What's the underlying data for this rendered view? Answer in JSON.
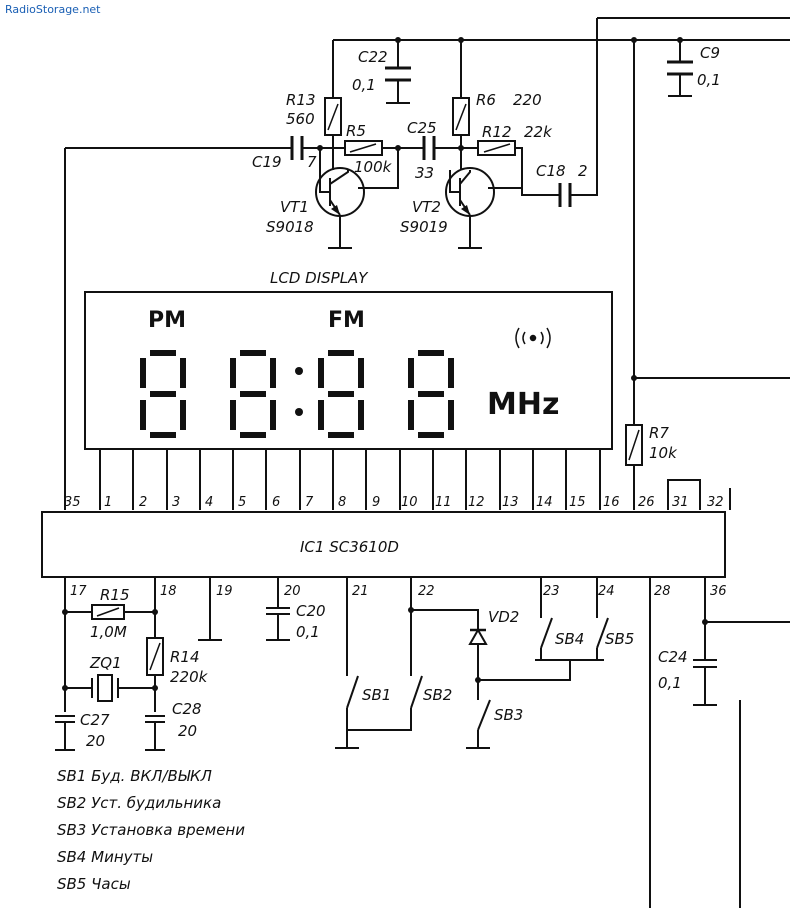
{
  "watermark": "RadioStorage.net",
  "lcd": {
    "caption": "LCD DISPLAY",
    "pm": "PM",
    "fm": "FM",
    "unit": "MHz"
  },
  "ic": {
    "label": "IC1  SC3610D"
  },
  "components": {
    "C22": {
      "name": "C22",
      "value": "0,1"
    },
    "C9": {
      "name": "C9",
      "value": "0,1"
    },
    "R13": {
      "name": "R13",
      "value": "560"
    },
    "R6": {
      "name": "R6",
      "value": "220"
    },
    "R5": {
      "name": "R5",
      "value": "100k"
    },
    "C25": {
      "name": "C25",
      "value": "33"
    },
    "R12": {
      "name": "R12",
      "value": "22k"
    },
    "C19": {
      "name": "C19",
      "value": "7"
    },
    "C18": {
      "name": "C18",
      "value": "2"
    },
    "VT1": {
      "name": "VT1",
      "value": "S9018"
    },
    "VT2": {
      "name": "VT2",
      "value": "S9019"
    },
    "R7": {
      "name": "R7",
      "value": "10k"
    },
    "R15": {
      "name": "R15",
      "value": "1,0M"
    },
    "R14": {
      "name": "R14",
      "value": "220k"
    },
    "ZQ1": {
      "name": "ZQ1"
    },
    "C27": {
      "name": "C27",
      "value": "20"
    },
    "C28": {
      "name": "C28",
      "value": "20"
    },
    "C20": {
      "name": "C20",
      "value": "0,1"
    },
    "C24": {
      "name": "C24",
      "value": "0,1"
    },
    "VD2": {
      "name": "VD2"
    },
    "SB1": {
      "name": "SB1"
    },
    "SB2": {
      "name": "SB2"
    },
    "SB3": {
      "name": "SB3"
    },
    "SB4": {
      "name": "SB4"
    },
    "SB5": {
      "name": "SB5"
    }
  },
  "pins": {
    "top": [
      "35",
      "1",
      "2",
      "3",
      "4",
      "5",
      "6",
      "7",
      "8",
      "9",
      "10",
      "11",
      "12",
      "13",
      "14",
      "15",
      "16",
      "26",
      "31",
      "32"
    ],
    "bottom": [
      "17",
      "18",
      "19",
      "20",
      "21",
      "22",
      "23",
      "24",
      "28",
      "36"
    ]
  },
  "legend": [
    "SB1  Буд. ВКЛ/ВЫКЛ",
    "SB2  Уст. будильника",
    "SB3  Установка времени",
    "SB4  Минуты",
    "SB5  Часы"
  ]
}
